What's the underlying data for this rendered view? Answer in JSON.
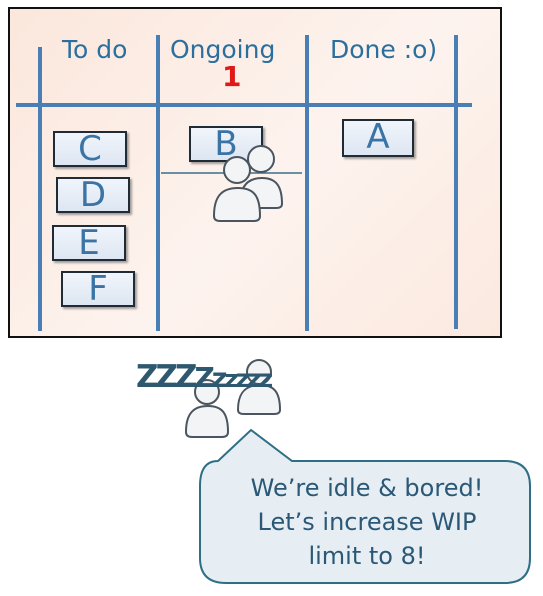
{
  "board": {
    "columns": [
      {
        "header": "To do",
        "cards": [
          "C",
          "D",
          "E",
          "F"
        ]
      },
      {
        "header": "Ongoing",
        "wip_limit": "1",
        "cards": [
          "B"
        ]
      },
      {
        "header": "Done :o)",
        "cards": [
          "A"
        ]
      }
    ]
  },
  "snore": [
    "Z",
    "Z",
    "Z",
    "Z",
    "z",
    "z",
    "z",
    "z",
    "z"
  ],
  "bubble": {
    "lines": [
      "We’re idle & bored!",
      "Let’s increase WIP",
      "limit to 8!"
    ]
  },
  "colors": {
    "board_background": "#fbe7dc",
    "board_lines": "#4a7fb5",
    "header_text": "#2b6f9e",
    "wip_limit": "#e01818",
    "card_fill": "#e8eef7",
    "card_text": "#3a74a6",
    "bubble_fill": "#e6eef4",
    "bubble_border": "#2f6f86",
    "snore_text": "#2d5870"
  },
  "icons": [
    "person-icon",
    "speech-bubble"
  ]
}
